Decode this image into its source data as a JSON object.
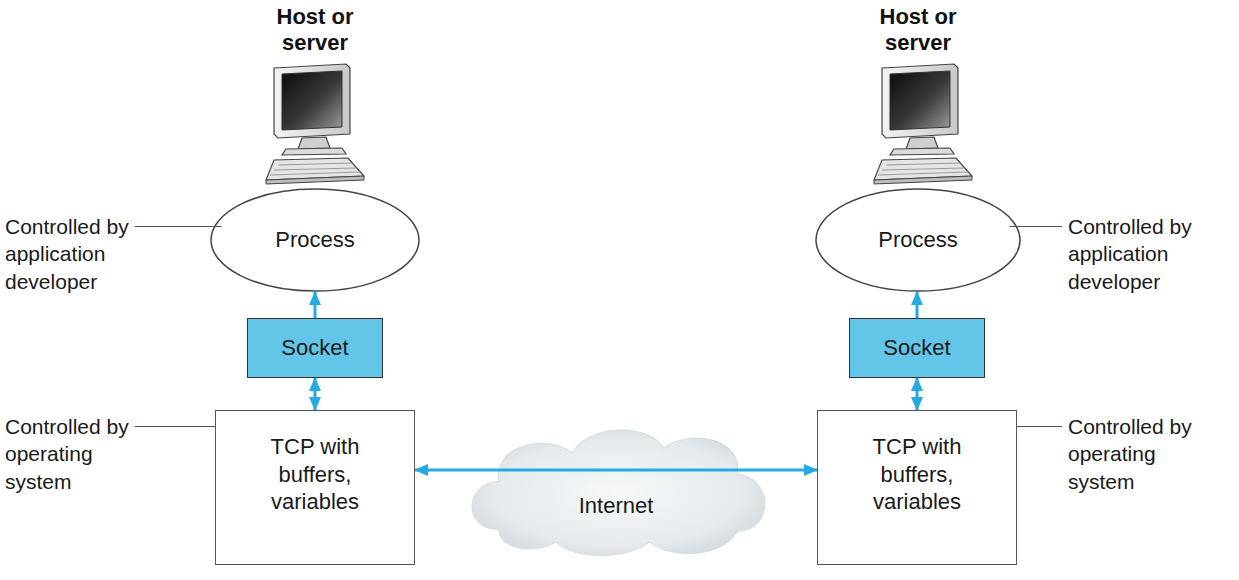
{
  "diagram": {
    "nodes": [
      {
        "text": [
          "Process"
        ]
      },
      {
        "text": [
          "Process"
        ]
      },
      {
        "text": [
          "Socket"
        ]
      },
      {
        "text": [
          "Socket"
        ]
      },
      {
        "text": [
          "TCP with buffers, variables"
        ]
      },
      {
        "text": [
          "Internet"
        ]
      },
      {
        "text": [
          "TCP with buffers, variables"
        ]
      }
    ],
    "edges": [
      {
        "from": 2,
        "to": 0,
        "arrow": "to"
      },
      {
        "from": 3,
        "to": 1,
        "arrow": "to"
      },
      {
        "from": 2,
        "to": 4,
        "arrow": "both"
      },
      {
        "from": 3,
        "to": 6,
        "arrow": "both"
      },
      {
        "from": 4,
        "to": 6,
        "arrow": "both"
      }
    ],
    "labels": [
      "Host or server",
      "Host or server",
      "Controlled by application developer",
      "Controlled by application developer",
      "Controlled by operating system",
      "Controlled by operating system"
    ]
  }
}
